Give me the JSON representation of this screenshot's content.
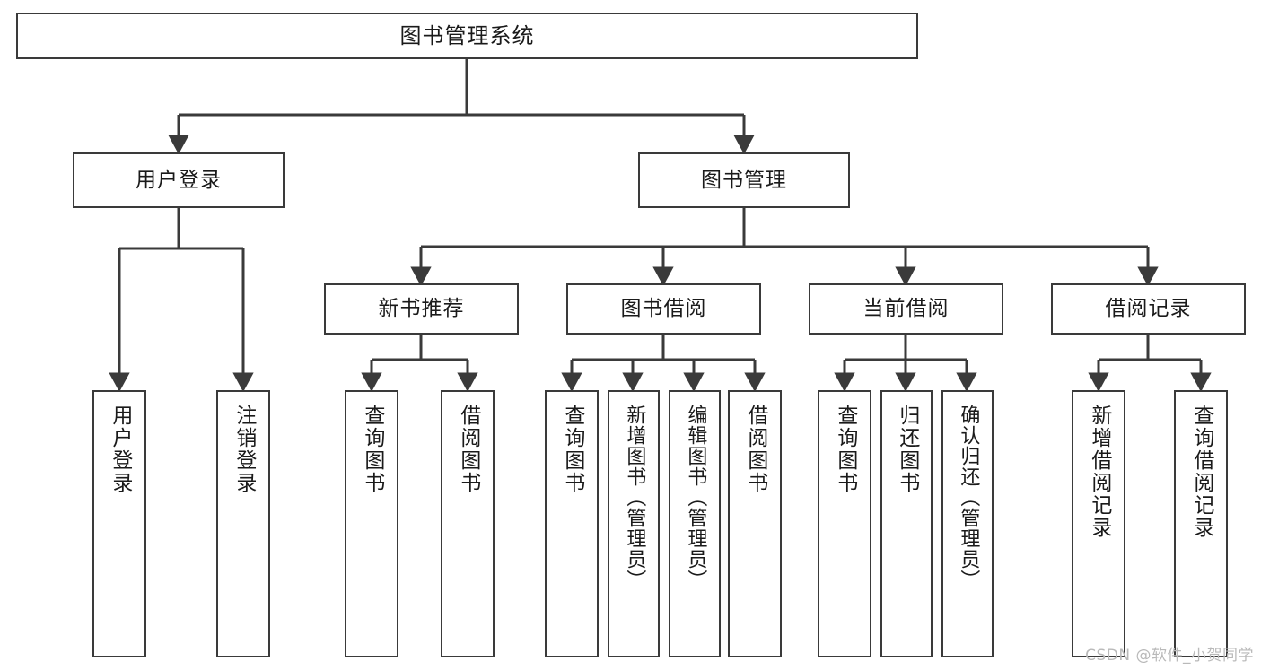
{
  "diagram": {
    "title": "图书管理系统",
    "type": "hierarchy-tree",
    "background_color": "#ffffff",
    "line_color": "#3a3a3a",
    "text_color": "#1a1a1a"
  },
  "nodes": {
    "root": {
      "label": "图书管理系统"
    },
    "level2": [
      {
        "id": "user-login",
        "label": "用户登录"
      },
      {
        "id": "book-manage",
        "label": "图书管理"
      }
    ],
    "level3": [
      {
        "id": "new-book-recommend",
        "label": "新书推荐"
      },
      {
        "id": "book-borrow",
        "label": "图书借阅"
      },
      {
        "id": "current-borrow",
        "label": "当前借阅"
      },
      {
        "id": "borrow-record",
        "label": "借阅记录"
      }
    ],
    "leaves": {
      "user_login": [
        {
          "id": "leaf-user-login",
          "label": "用户登录"
        },
        {
          "id": "leaf-user-logout",
          "label": "注销登录"
        }
      ],
      "new_book_recommend": [
        {
          "id": "leaf-query-book-1",
          "label": "查询图书"
        },
        {
          "id": "leaf-borrow-book-1",
          "label": "借阅图书"
        }
      ],
      "book_borrow": [
        {
          "id": "leaf-query-book-2",
          "label": "查询图书"
        },
        {
          "id": "leaf-add-book",
          "label": "新增图书（管理员）"
        },
        {
          "id": "leaf-edit-book",
          "label": "编辑图书（管理员）"
        },
        {
          "id": "leaf-borrow-book-2",
          "label": "借阅图书"
        }
      ],
      "current_borrow": [
        {
          "id": "leaf-query-book-3",
          "label": "查询图书"
        },
        {
          "id": "leaf-return-book",
          "label": "归还图书"
        },
        {
          "id": "leaf-confirm-return",
          "label": "确认归还（管理员）"
        }
      ],
      "borrow_record": [
        {
          "id": "leaf-add-record",
          "label": "新增借阅记录"
        },
        {
          "id": "leaf-query-record",
          "label": "查询借阅记录"
        }
      ]
    }
  },
  "watermark": {
    "text": "CSDN @软件_小贺同学"
  }
}
